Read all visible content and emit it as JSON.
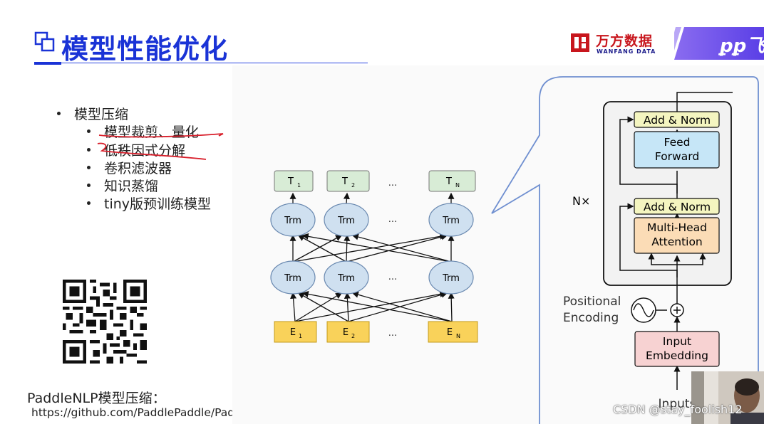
{
  "slide": {
    "title": "模型性能优化",
    "brand": {
      "name_cn": "万方数据",
      "name_en": "WANFANG DATA",
      "partner_mark": "ꝑꝑ飞",
      "colors": {
        "brand_red": "#c8161d",
        "title_blue": "#1a33d6",
        "band_purple": "#5a3fe6"
      }
    },
    "outline": {
      "top": "模型压缩",
      "items": [
        "模型裁剪、量化",
        "低秩因式分解",
        "卷积滤波器",
        "知识蒸馏",
        "tiny版预训练模型"
      ]
    },
    "caption": "PaddleNLP模型压缩：",
    "url": "https://github.com/PaddlePaddle/PaddleNLP/tree/develop/examples/model_compression",
    "watermark": "CSDN @stay_foolish12"
  },
  "bert": {
    "outputs": [
      "T1",
      "T2",
      "TN"
    ],
    "output_labels": [
      {
        "main": "T",
        "sub": "1"
      },
      {
        "main": "T",
        "sub": "2"
      },
      {
        "main": "T",
        "sub": "N"
      }
    ],
    "trm": "Trm",
    "inputs": [
      {
        "main": "E",
        "sub": "1"
      },
      {
        "main": "E",
        "sub": "2"
      },
      {
        "main": "E",
        "sub": "N"
      }
    ],
    "ellipsis": "...",
    "colors": {
      "output_fill": "#d8ecd6",
      "trm_fill": "#cfe0f0",
      "input_fill": "#f9d25a"
    }
  },
  "transformer": {
    "add_norm": "Add & Norm",
    "feed_forward": [
      "Feed",
      "Forward"
    ],
    "multi_head": [
      "Multi-Head",
      "Attention"
    ],
    "nx": "N×",
    "positional": [
      "Positional",
      "Encoding"
    ],
    "input_embedding": [
      "Input",
      "Embedding"
    ],
    "inputs_label": "Inputs",
    "colors": {
      "add_norm": "#f4f5c0",
      "feed_forward": "#c6e6f7",
      "attention": "#fbdcb6",
      "embedding": "#f7d2d2"
    }
  }
}
